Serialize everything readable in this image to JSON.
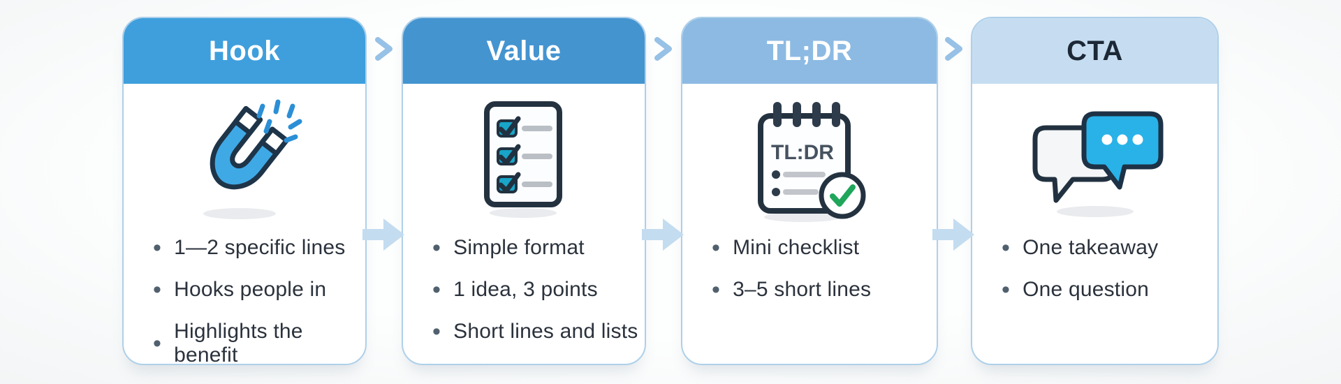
{
  "page": {
    "background": "#fbfcfd"
  },
  "flow": {
    "colors": {
      "card_border": "#aed0e9",
      "chevron": "#97c1e6",
      "arrow": "#c3dcf0",
      "bullet_dot": "#50606e",
      "bullet_text": "#2b323c",
      "icon_outline": "#22313f",
      "magnet_blue": "#3fa9e6",
      "checkbox_teal": "#18a5c9",
      "check_green": "#1fa65a",
      "chat_cyan": "#29b2e8"
    },
    "cards": [
      {
        "title": "Hook",
        "icon": "magnet-icon",
        "header_bg": "#3f9fdc",
        "header_fg": "#ffffff",
        "bullets": [
          "1—2 specific lines",
          "Hooks people in",
          "Highlights the benefit"
        ]
      },
      {
        "title": "Value",
        "icon": "checklist-icon",
        "header_bg": "#4494d0",
        "header_fg": "#ffffff",
        "bullets": [
          "Simple format",
          "1 idea, 3 points",
          "Short lines and lists"
        ]
      },
      {
        "title": "TL;DR",
        "icon": "tldr-notepad-icon",
        "header_bg": "#8cbae3",
        "header_fg": "#ffffff",
        "bullets": [
          "Mini checklist",
          "3–5 short lines"
        ]
      },
      {
        "title": "CTA",
        "icon": "chat-bubbles-icon",
        "header_bg": "#c6ddf1",
        "header_fg": "#1c2836",
        "bullets": [
          "One takeaway",
          "One question"
        ]
      }
    ],
    "tldr_notepad_label": "TL:DR"
  }
}
